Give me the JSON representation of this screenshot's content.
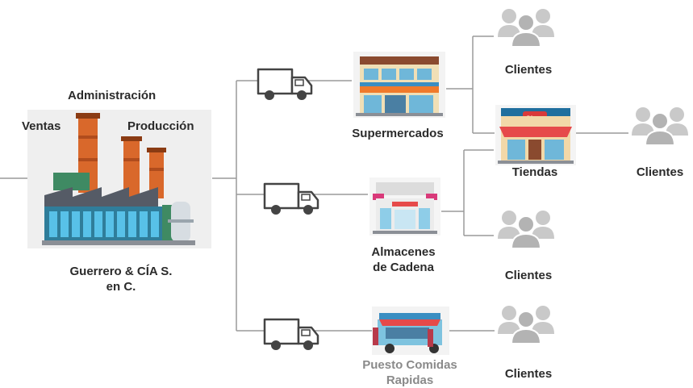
{
  "factory": {
    "top_label": "Administración",
    "left_label": "Ventas",
    "right_label": "Producción",
    "name_line1": "Guerrero & CÍA S.",
    "name_line2": "en C."
  },
  "outlets": {
    "supermercados": "Supermercados",
    "tiendas": "Tiendas",
    "almacenes_line1": "Almacenes",
    "almacenes_line2": "de Cadena",
    "puesto_line1": "Puesto Comidas",
    "puesto_line2": "Rapidas"
  },
  "shop_sign": "Shop",
  "clients": {
    "c1": "Clientes",
    "c2": "Clientes",
    "c3": "Clientes",
    "c4": "Clientes"
  },
  "icons": {
    "truck": "delivery-truck",
    "factory": "factory",
    "people": "customer-group",
    "supermarket": "supermarket-building",
    "shop": "shop-storefront",
    "chain_store": "chain-store",
    "food_truck": "food-truck"
  },
  "colors": {
    "line": "#9a9a9a",
    "text": "#2b2b2b",
    "muted_text": "#8a8a8a",
    "chimney": "#d9682b",
    "people": "#c9c9c9"
  }
}
